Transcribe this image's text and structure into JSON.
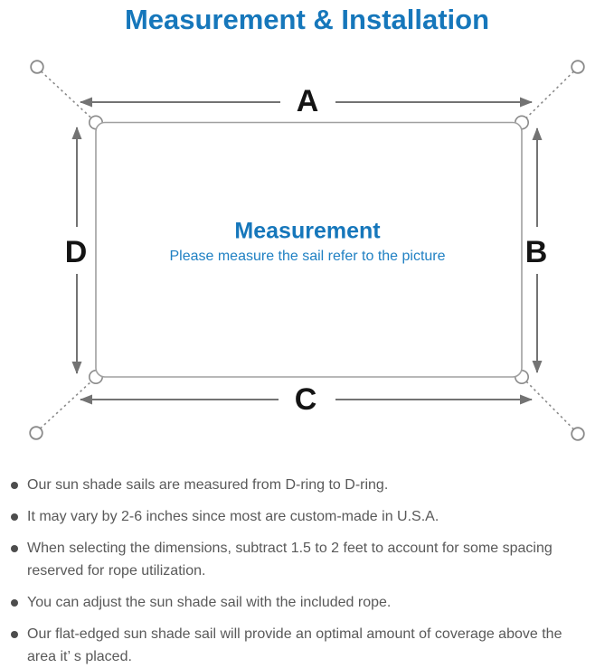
{
  "title": "Measurement & Installation",
  "diagram": {
    "labels": {
      "top": "A",
      "right": "B",
      "bottom": "C",
      "left": "D"
    },
    "center_title": "Measurement",
    "center_subtitle": "Please measure the sail refer to the picture"
  },
  "notes": {
    "items": [
      "Our sun shade sails are measured from D-ring to D-ring.",
      "It may vary by 2-6 inches since most are custom-made in U.S.A.",
      "When selecting the dimensions, subtract 1.5 to 2 feet to account for some spacing reserved for rope utilization.",
      "You can adjust the sun shade sail with the included rope.",
      "Our flat-edged sun shade sail will provide an optimal amount of coverage above the area it’ s placed."
    ]
  },
  "colors": {
    "accent_blue": "#1677bb",
    "subtitle_blue": "#1f80c3",
    "line_gray": "#8a8a8a",
    "arrow_gray": "#737373",
    "text_gray": "#595959",
    "label_black": "#141414"
  }
}
